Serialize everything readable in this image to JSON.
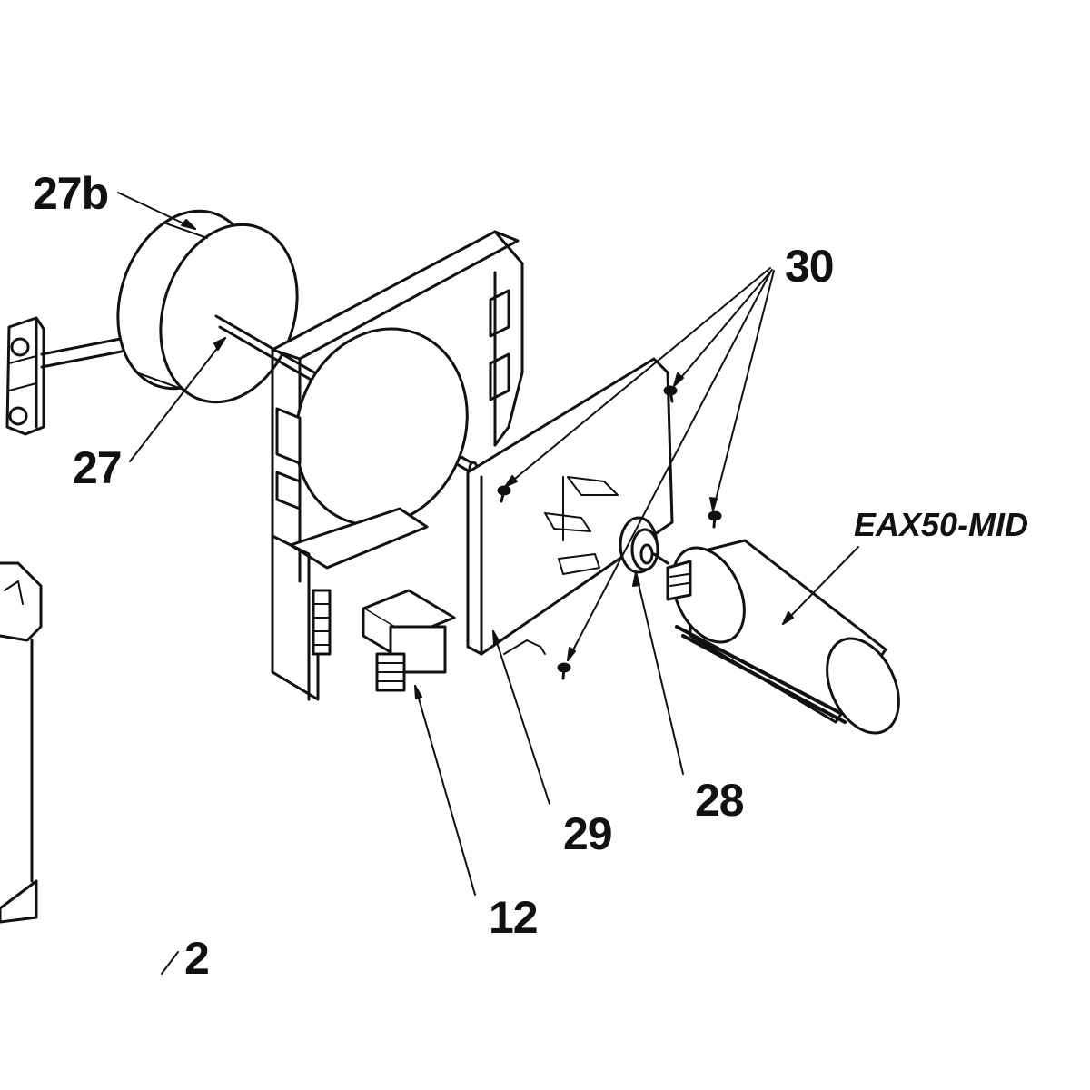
{
  "diagram": {
    "callouts": {
      "c27b": "27b",
      "c30": "30",
      "c27": "27",
      "model": "EAX50-MID",
      "c28": "28",
      "c29": "29",
      "c12": "12",
      "c2": "2"
    },
    "colors": {
      "line": "#111111",
      "fill": "#ffffff",
      "shade": "#e8e8e8"
    }
  }
}
